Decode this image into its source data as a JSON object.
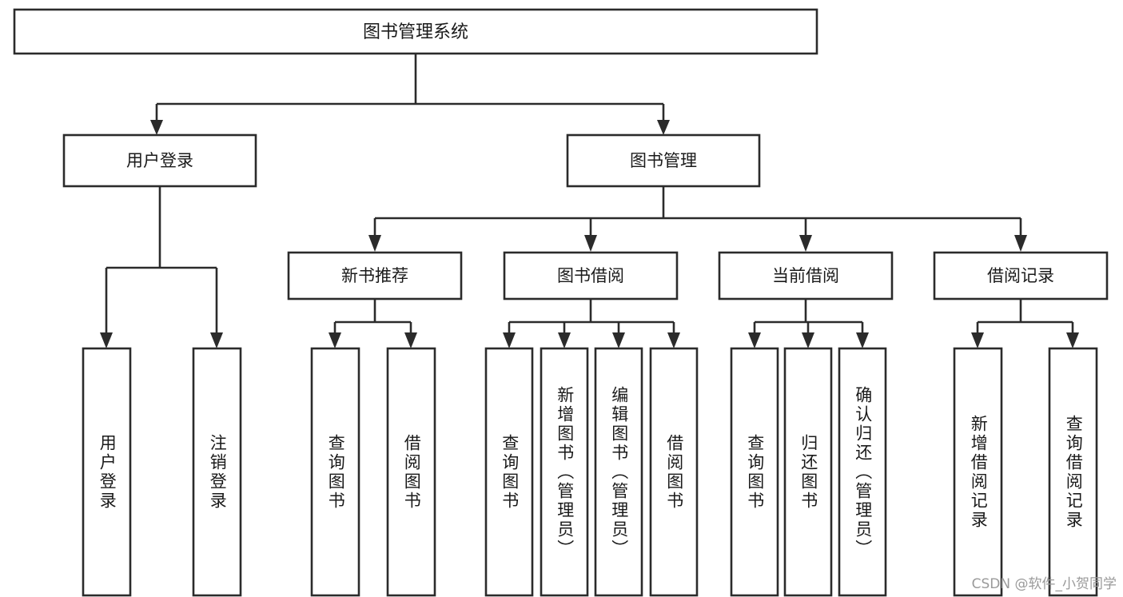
{
  "diagram": {
    "title": "图书管理系统",
    "type": "tree-hierarchy",
    "watermark": "CSDN @软件_小贺同学",
    "colors": {
      "stroke": "#2b2b2b",
      "box_fill": "#ffffff",
      "text": "#1a1a1a",
      "background": "#ffffff",
      "watermark": "#9a9a9a"
    },
    "root": {
      "label": "图书管理系统"
    },
    "level2": [
      {
        "label": "用户登录"
      },
      {
        "label": "图书管理"
      }
    ],
    "level3": [
      {
        "label": "新书推荐"
      },
      {
        "label": "图书借阅"
      },
      {
        "label": "当前借阅"
      },
      {
        "label": "借阅记录"
      }
    ],
    "leaves": {
      "user_login": [
        {
          "label": "用户登录"
        },
        {
          "label": "注销登录"
        }
      ],
      "new_book_recommend": [
        {
          "label": "查询图书"
        },
        {
          "label": "借阅图书"
        }
      ],
      "book_borrow": [
        {
          "label": "查询图书"
        },
        {
          "label": "新增图书（管理员）"
        },
        {
          "label": "编辑图书（管理员）"
        },
        {
          "label": "借阅图书"
        }
      ],
      "current_borrow": [
        {
          "label": "查询图书"
        },
        {
          "label": "归还图书"
        },
        {
          "label": "确认归还（管理员）"
        }
      ],
      "borrow_record": [
        {
          "label": "新增借阅记录"
        },
        {
          "label": "查询借阅记录"
        }
      ]
    }
  }
}
